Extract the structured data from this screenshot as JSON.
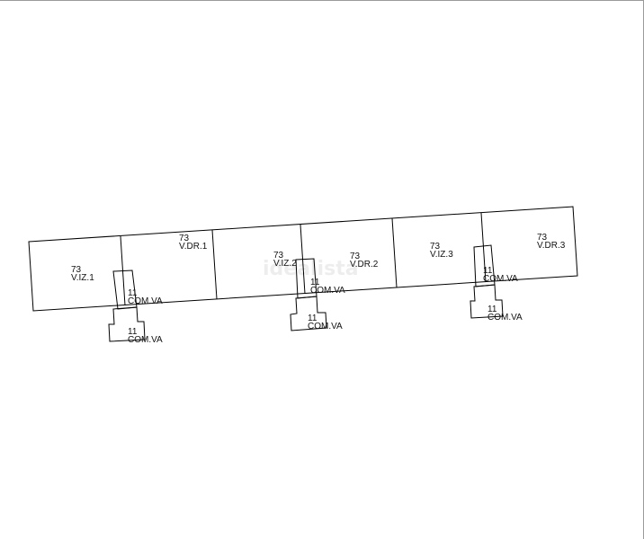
{
  "watermark": "idealista",
  "units": [
    {
      "id": "viz1",
      "area": "73",
      "name": "V.IZ.1"
    },
    {
      "id": "vdr1",
      "area": "73",
      "name": "V.DR.1"
    },
    {
      "id": "viz2",
      "area": "73",
      "name": "V.IZ.2"
    },
    {
      "id": "vdr2",
      "area": "73",
      "name": "V.DR.2"
    },
    {
      "id": "viz3",
      "area": "73",
      "name": "V.IZ.3"
    },
    {
      "id": "vdr3",
      "area": "73",
      "name": "V.DR.3"
    }
  ],
  "common_areas": [
    {
      "id": "com1a",
      "area": "11",
      "name": "COM.VA"
    },
    {
      "id": "com1b",
      "area": "11",
      "name": "COM.VA"
    },
    {
      "id": "com2a",
      "area": "11",
      "name": "COM.VA"
    },
    {
      "id": "com2b",
      "area": "11",
      "name": "COM.VA"
    },
    {
      "id": "com3a",
      "area": "11",
      "name": "COM.VA"
    },
    {
      "id": "com3b",
      "area": "11",
      "name": "COM.VA"
    }
  ]
}
